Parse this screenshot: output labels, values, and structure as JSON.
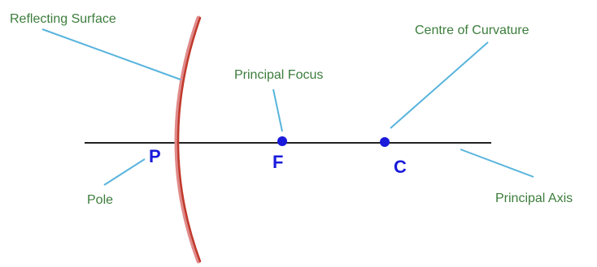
{
  "colors": {
    "mirror": "#c0392b",
    "mirror_highlight": "#e08a8a",
    "axis": "#222222",
    "leader": "#59b4dd",
    "label_text": "#3c7d3c",
    "point": "#1a1adb"
  },
  "labels": {
    "reflecting_surface": "Reflecting Surface",
    "principal_focus": "Principal Focus",
    "centre_of_curvature": "Centre of Curvature",
    "pole": "Pole",
    "principal_axis": "Principal Axis"
  },
  "points": {
    "pole": "P",
    "focus": "F",
    "centre": "C"
  }
}
